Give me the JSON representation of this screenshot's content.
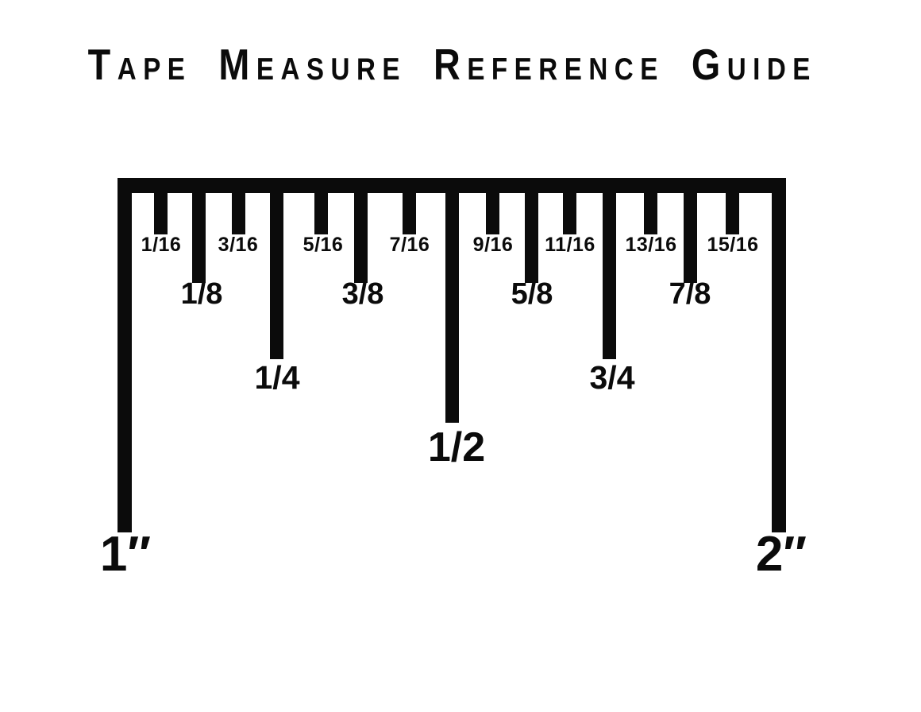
{
  "title": {
    "text": "Tape Measure Reference Guide",
    "words": [
      {
        "initial": "T",
        "rest": "ape"
      },
      {
        "initial": "M",
        "rest": "easure"
      },
      {
        "initial": "R",
        "rest": "eference"
      },
      {
        "initial": "G",
        "rest": "uide"
      }
    ]
  },
  "ruler": {
    "start_inch": "1″",
    "end_inch": "2″",
    "ticks": [
      {
        "label": "1″",
        "level": "inch"
      },
      {
        "label": "1/16",
        "level": "sixteenth"
      },
      {
        "label": "1/8",
        "level": "eighth"
      },
      {
        "label": "3/16",
        "level": "sixteenth"
      },
      {
        "label": "1/4",
        "level": "quarter"
      },
      {
        "label": "5/16",
        "level": "sixteenth"
      },
      {
        "label": "3/8",
        "level": "eighth"
      },
      {
        "label": "7/16",
        "level": "sixteenth"
      },
      {
        "label": "1/2",
        "level": "half"
      },
      {
        "label": "9/16",
        "level": "sixteenth"
      },
      {
        "label": "5/8",
        "level": "eighth"
      },
      {
        "label": "11/16",
        "level": "sixteenth"
      },
      {
        "label": "3/4",
        "level": "quarter"
      },
      {
        "label": "13/16",
        "level": "sixteenth"
      },
      {
        "label": "7/8",
        "level": "eighth"
      },
      {
        "label": "15/16",
        "level": "sixteenth"
      },
      {
        "label": "2″",
        "level": "inch"
      }
    ]
  },
  "colors": {
    "ink": "#0b0b0b",
    "background": "#ffffff"
  }
}
